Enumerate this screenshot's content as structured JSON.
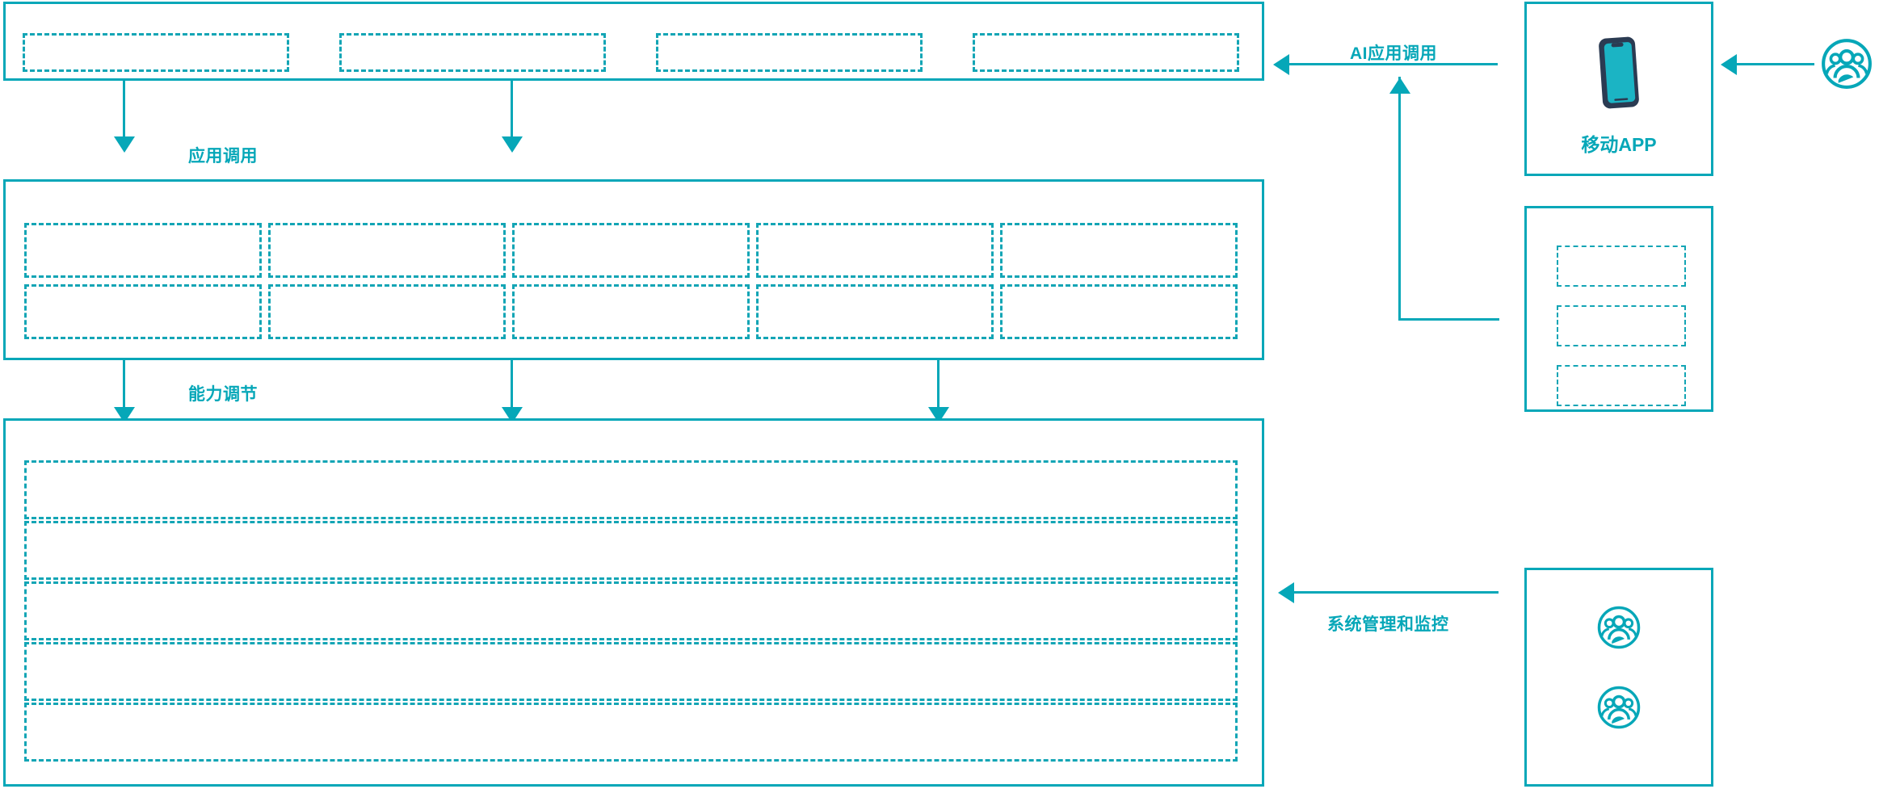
{
  "theme": {
    "accent": "#06A7B8",
    "dash": "#13A5B5",
    "phone_frame": "#2B3B52",
    "phone_screen": "#1BB4C4",
    "background": "#FFFFFF"
  },
  "diagram": {
    "type": "architecture-layer-diagram",
    "title": "",
    "layers": [
      {
        "id": "application-layer",
        "label": "",
        "slot_count": 4,
        "slots": [
          {
            "label": ""
          },
          {
            "label": ""
          },
          {
            "label": ""
          },
          {
            "label": ""
          }
        ]
      },
      {
        "id": "capability-layer",
        "label": "",
        "columns": 5,
        "rows": 2,
        "slot_count": 10,
        "slots": [
          {
            "label": ""
          },
          {
            "label": ""
          },
          {
            "label": ""
          },
          {
            "label": ""
          },
          {
            "label": ""
          },
          {
            "label": ""
          },
          {
            "label": ""
          },
          {
            "label": ""
          },
          {
            "label": ""
          },
          {
            "label": ""
          }
        ]
      },
      {
        "id": "infrastructure-layer",
        "label": "",
        "slot_count": 5,
        "slots": [
          {
            "label": ""
          },
          {
            "label": ""
          },
          {
            "label": ""
          },
          {
            "label": ""
          },
          {
            "label": ""
          }
        ]
      }
    ],
    "connectors": [
      {
        "id": "app-invoke",
        "label": "应用调用",
        "direction": "down",
        "from": "application-layer",
        "to": "capability-layer"
      },
      {
        "id": "capability-tune",
        "label": "能力调节",
        "direction": "down",
        "from": "capability-layer",
        "to": "infrastructure-layer"
      },
      {
        "id": "ai-app-invoke",
        "label": "AI应用调用",
        "direction": "left",
        "from": "mobile-app-panel",
        "to": "application-layer"
      },
      {
        "id": "system-admin-monitor",
        "label": "系统管理和监控",
        "direction": "left",
        "from": "admin-panel",
        "to": "infrastructure-layer"
      }
    ]
  },
  "side_panels": {
    "mobile_app": {
      "id": "mobile-app-panel",
      "label": "移动APP",
      "icon": "mobile-phone-icon"
    },
    "channel_panel": {
      "id": "channel-panel",
      "label": "",
      "slot_count": 3,
      "slots": [
        {
          "label": ""
        },
        {
          "label": ""
        },
        {
          "label": ""
        }
      ]
    },
    "admin_panel": {
      "id": "admin-panel",
      "label": "",
      "icons": [
        "user-group-icon",
        "user-group-icon"
      ]
    },
    "external_user": {
      "id": "external-user",
      "icon": "user-group-icon",
      "label": ""
    }
  }
}
